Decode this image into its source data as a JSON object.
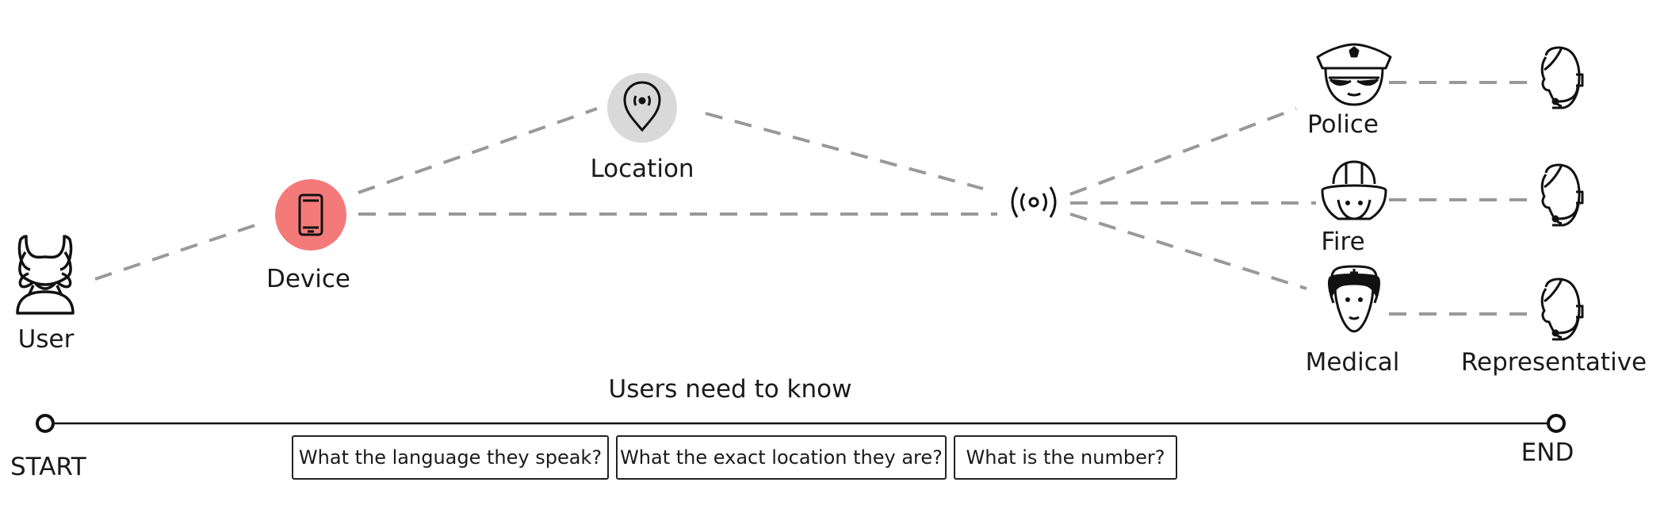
{
  "nodes": {
    "user": "User",
    "device": "Device",
    "location": "Location",
    "police": "Police",
    "fire": "Fire",
    "medical": "Medical",
    "representative": "Representative"
  },
  "timeline": {
    "title": "Users need to know",
    "start": "START",
    "end": "END",
    "questions": [
      "What the language they speak?",
      "What the exact location they are?",
      "What is the number?"
    ]
  },
  "colors": {
    "device_circle": "#f47a7a",
    "location_circle": "#d9d9d9",
    "connector": "#999999",
    "stroke": "#111111"
  },
  "icons": {
    "user": "user-icon",
    "device": "phone-icon",
    "location": "location-pin-icon",
    "hub": "broadcast-icon",
    "police": "police-officer-icon",
    "fire": "firefighter-icon",
    "medical": "nurse-icon",
    "representative": "headset-operator-icon"
  }
}
